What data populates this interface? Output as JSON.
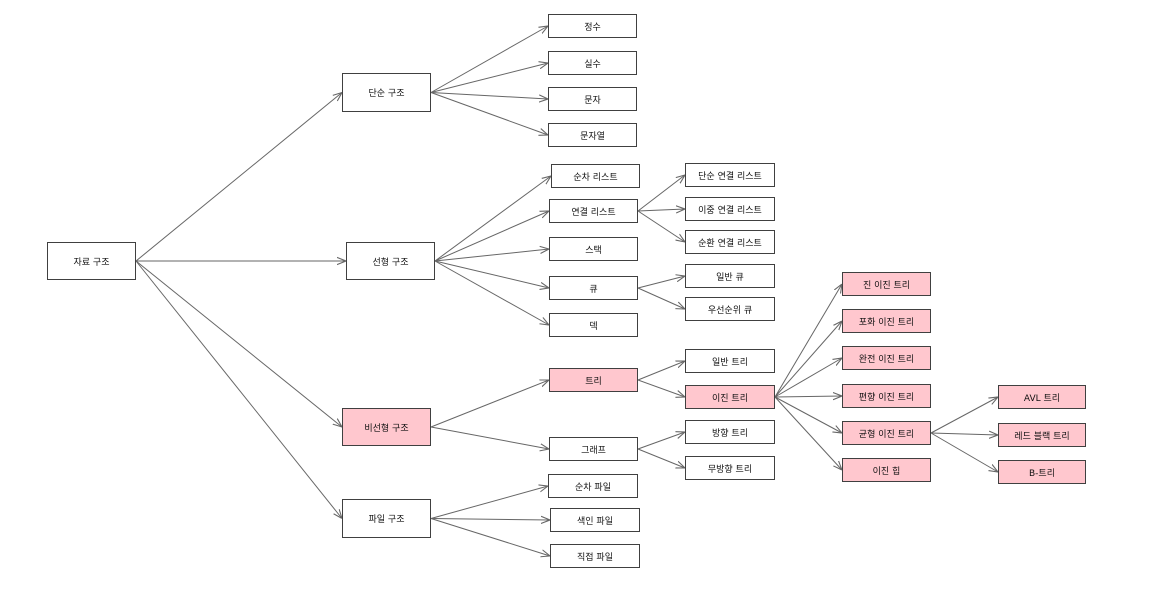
{
  "colors": {
    "highlight": "#ffc7ce",
    "normal": "#ffffff",
    "line": "#666666"
  },
  "nodes": {
    "root": "자료 구조",
    "simple": "단순 구조",
    "integer": "정수",
    "real": "실수",
    "char": "문자",
    "string": "문자열",
    "linear": "선형 구조",
    "seq_list": "순차 리스트",
    "linked_list": "연결 리스트",
    "single_linked": "단순 연결 리스트",
    "double_linked": "이중 연결 리스트",
    "circular_linked": "순환 연결 리스트",
    "stack": "스택",
    "queue": "큐",
    "normal_queue": "일반 큐",
    "priority_queue": "우선순위 큐",
    "deque": "덱",
    "nonlinear": "비선형 구조",
    "tree": "트리",
    "general_tree": "일반 트리",
    "binary_tree": "이진 트리",
    "true_binary": "진 이진 트리",
    "full_binary": "포화 이진 트리",
    "complete_binary": "완전 이진 트리",
    "skewed_binary": "편향 이진 트리",
    "balanced_binary": "균형 이진 트리",
    "avl_tree": "AVL 트리",
    "redblack_tree": "레드 블랙 트리",
    "b_tree": "B-트리",
    "binary_heap": "이진 힙",
    "graph": "그래프",
    "directed_tree": "방향 트리",
    "undirected_tree": "무방향 트리",
    "file": "파일 구조",
    "seq_file": "순차 파일",
    "index_file": "색인 파일",
    "direct_file": "직접 파일"
  }
}
